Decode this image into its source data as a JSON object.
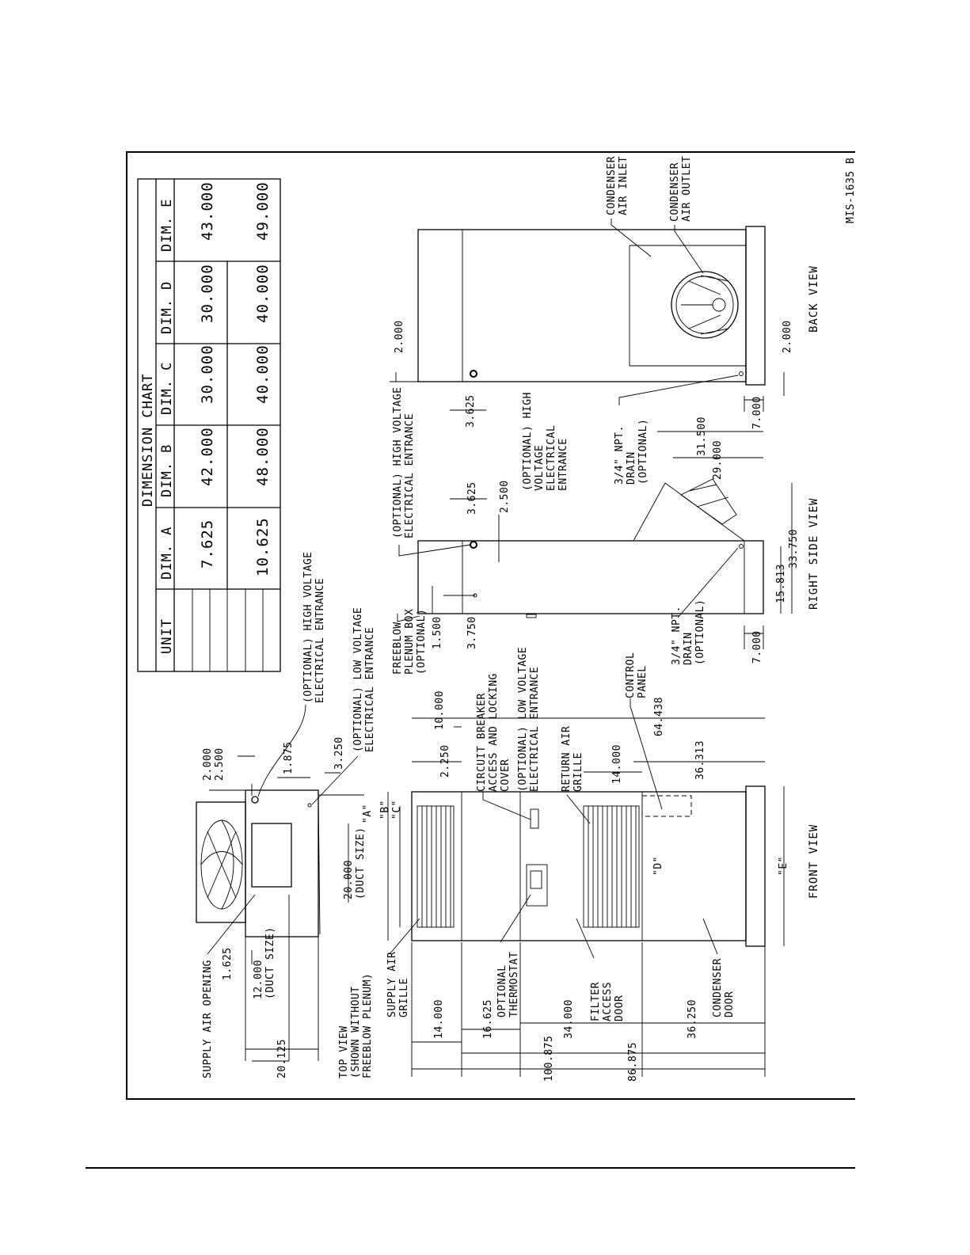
{
  "drawing_id": "MIS-1635 B",
  "dimension_chart": {
    "title": "DIMENSION CHART",
    "headers": [
      "UNIT",
      "DIM. A",
      "DIM. B",
      "DIM. C",
      "DIM. D",
      "DIM. E"
    ],
    "rows": [
      [
        "",
        "7.625",
        "42.000",
        "30.000",
        "30.000",
        "43.000"
      ],
      [
        "",
        "10.625",
        "48.000",
        "40.000",
        "40.000",
        "49.000"
      ]
    ]
  },
  "view_titles": {
    "front": "FRONT VIEW",
    "right_side": "RIGHT SIDE VIEW",
    "back": "BACK VIEW",
    "top": [
      "TOP VIEW",
      "(SHOWN WITHOUT",
      "FREEBLOW PLENUM)"
    ]
  },
  "callouts": {
    "supply_air_opening": "SUPPLY AIR OPENING",
    "top_hv": [
      "(OPTIONAL) HIGH VOLTAGE",
      "ELECTRICAL ENTRANCE"
    ],
    "top_lv": [
      "(OPTIONAL) LOW VOLTAGE",
      "ELECTRICAL ENTRANCE"
    ],
    "freeblow": [
      "FREEBLOW",
      "PLENUM BOX",
      "(OPTIONAL)"
    ],
    "side_hv": [
      "(OPTIONAL) HIGH VOLTAGE",
      "ELECTRICAL ENTRANCE"
    ],
    "side_hv2": [
      "(OPTIONAL) HIGH",
      "VOLTAGE",
      "ELECTRICAL",
      "ENTRANCE"
    ],
    "drain_side": [
      "3/4\" NPT.",
      "DRAIN",
      "(OPTIONAL)"
    ],
    "drain_back": [
      "3/4\" NPT.",
      "DRAIN",
      "(OPTIONAL)"
    ],
    "condenser_inlet": [
      "CONDENSER",
      "AIR INLET"
    ],
    "condenser_outlet": [
      "CONDENSER",
      "AIR OUTLET"
    ],
    "supply_air_grille": [
      "SUPPLY AIR",
      "GRILLE"
    ],
    "optional_thermostat": [
      "OPTIONAL",
      "THERMOSTAT"
    ],
    "circuit_breaker": [
      "CIRCUIT BREAKER",
      "ACCESS AND LOCKING",
      "COVER"
    ],
    "front_lv": [
      "(OPTIONAL) LOW VOLTAGE",
      "ELECTRICAL ENTRANCE"
    ],
    "return_air_grille": [
      "RETURN AIR",
      "GRILLE"
    ],
    "filter_access_door": [
      "FILTER",
      "ACCESS",
      "DOOR"
    ],
    "control_panel": [
      "CONTROL",
      "PANEL"
    ],
    "condenser_door": [
      "CONDENSER",
      "DOOR"
    ]
  },
  "dimensions": {
    "top_2000": "2.000",
    "top_2500": "2.500",
    "top_1875": "1.875",
    "top_3250": "3.250",
    "top_dimA": "\"A\"",
    "top_20000": "20.000",
    "top_duct_size_20": "(DUCT SIZE)",
    "top_1625": "1.625",
    "top_12000": "12.000",
    "top_duct_size_12": "(DUCT SIZE)",
    "top_20125": "20.125",
    "front_dimB": "\"B\"",
    "front_dimC": "\"C\"",
    "front_2250": "2.250",
    "front_10000": "10.000",
    "front_14000_top": "14.000",
    "front_36313": "36.313",
    "front_64438": "64.438",
    "front_dimD": "\"D\"",
    "front_dimE": "\"E\"",
    "front_14000": "14.000",
    "front_16625": "16.625",
    "front_34000": "34.000",
    "front_36250": "36.250",
    "front_86875": "86.875",
    "front_100875": "100.875",
    "side_1500": "1.500",
    "side_3750": "3.750",
    "side_3625": "3.625",
    "side_2500": "2.500",
    "side_7000": "7.000",
    "side_15813": "15.813",
    "side_33750": "33.750",
    "side_29000": "29.000",
    "side_31500": "31.500",
    "back_2000_top": "2.000",
    "back_3625": "3.625",
    "back_7000": "7.000",
    "back_2000_bottom": "2.000"
  }
}
